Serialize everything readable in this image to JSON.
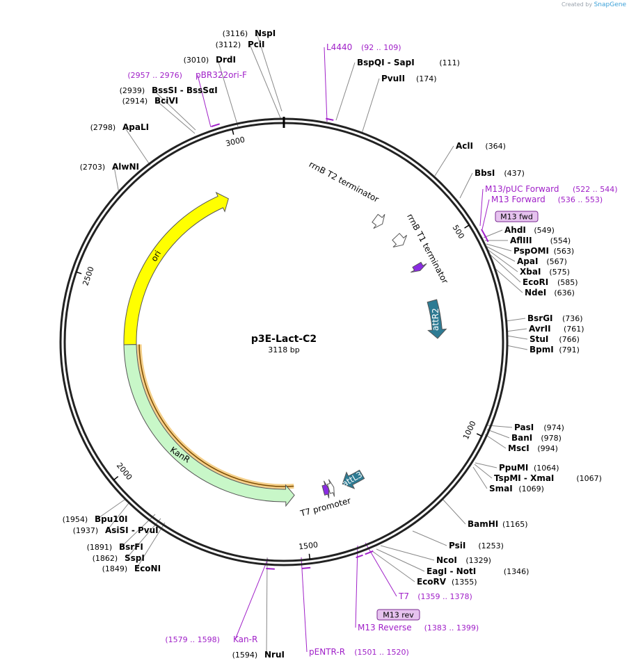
{
  "credit": {
    "prefix": "Created by",
    "brand": "SnapGene"
  },
  "plasmid": {
    "name": "p3E-Lact-C2",
    "length_label": "3118 bp",
    "length": 3118
  },
  "colors": {
    "backbone": "#222222",
    "primer": "#a020c8",
    "ori": "#ffff00",
    "kanr": "#c8f7c8",
    "attr2": "#2e7b93",
    "attl3": "#2e7b93",
    "terminator": "#ffffff",
    "t7prom": "#ffffff",
    "kanr_primer_glow": "#f5d08a",
    "m13_fwd_feat": "#8a2be2"
  },
  "ticks": [
    {
      "pos": 500,
      "label": "500"
    },
    {
      "pos": 1000,
      "label": "1000"
    },
    {
      "pos": 1500,
      "label": "1500"
    },
    {
      "pos": 2000,
      "label": "2000"
    },
    {
      "pos": 2500,
      "label": "2500"
    },
    {
      "pos": 3000,
      "label": "3000"
    }
  ],
  "features": [
    {
      "id": "ori",
      "label": "ori",
      "start": 2330,
      "end": 2935,
      "dir": 1,
      "color": "#ffff00",
      "track": "inner"
    },
    {
      "id": "kanr",
      "label": "KanR",
      "start": 1525,
      "end": 2330,
      "dir": -1,
      "color": "#c8f7c8",
      "track": "inner"
    },
    {
      "id": "attr2",
      "label": "attR2",
      "start": 645,
      "end": 768,
      "dir": 1,
      "color": "#2e7b93",
      "track": "inner"
    },
    {
      "id": "attl3",
      "label": "attL3",
      "start": 1295,
      "end": 1365,
      "dir": 1,
      "color": "#2e7b93",
      "track": "inner"
    },
    {
      "id": "rrnbt2",
      "label": "rrnB T2 terminator",
      "start": 315,
      "end": 345,
      "dir": 1,
      "color": "#ffffff",
      "track": "inner"
    },
    {
      "id": "rrnbt1",
      "label": "rrnB T1 terminator",
      "start": 405,
      "end": 440,
      "dir": 1,
      "color": "#ffffff",
      "track": "inner"
    },
    {
      "id": "m13fwdfeat",
      "label": "",
      "start": 518,
      "end": 540,
      "dir": 1,
      "color": "#8a2be2",
      "track": "inner"
    },
    {
      "id": "t7prom",
      "label": "T7 promoter",
      "start": 1395,
      "end": 1412,
      "dir": -1,
      "color": "#ffffff",
      "track": "inner"
    },
    {
      "id": "t7feat",
      "label": "",
      "start": 1412,
      "end": 1430,
      "dir": -1,
      "color": "#8a2be2",
      "track": "inner"
    }
  ],
  "primer_arcs": [
    {
      "label": "L4440",
      "start": 92,
      "end": 109
    },
    {
      "label": "M13/pUC Forward",
      "start": 522,
      "end": 544
    },
    {
      "label": "M13 Forward",
      "start": 536,
      "end": 553
    },
    {
      "label": "T7",
      "start": 1359,
      "end": 1378
    },
    {
      "label": "M13 Reverse",
      "start": 1383,
      "end": 1399
    },
    {
      "label": "pENTR-R",
      "start": 1501,
      "end": 1520
    },
    {
      "label": "Kan-R",
      "start": 1579,
      "end": 1598
    },
    {
      "label": "pBR322ori-F",
      "start": 2957,
      "end": 2976
    }
  ],
  "labels": [
    {
      "id": "nspI",
      "pos": 3116,
      "name": "NspI",
      "loc": "(3116)",
      "side": "left",
      "kind": "site"
    },
    {
      "id": "pcII",
      "pos": 3112,
      "name": "PciI",
      "loc": "(3112)",
      "side": "left",
      "kind": "site"
    },
    {
      "id": "drdI",
      "pos": 3010,
      "name": "DrdI",
      "loc": "(3010)",
      "side": "left",
      "kind": "site"
    },
    {
      "id": "pbr322",
      "pos": 2966,
      "name": "pBR322ori-F",
      "loc": "(2957 .. 2976)",
      "side": "left",
      "kind": "primer"
    },
    {
      "id": "bsssi",
      "pos": 2939,
      "name": "BssSI  -  BssSαI",
      "loc": "(2939)",
      "side": "left",
      "kind": "site"
    },
    {
      "id": "bcivi",
      "pos": 2914,
      "name": "BciVI",
      "loc": "(2914)",
      "side": "left",
      "kind": "site"
    },
    {
      "id": "apali",
      "pos": 2798,
      "name": "ApaLI",
      "loc": "(2798)",
      "side": "left",
      "kind": "site"
    },
    {
      "id": "alwni",
      "pos": 2703,
      "name": "AlwNI",
      "loc": "(2703)",
      "side": "left",
      "kind": "site"
    },
    {
      "id": "l4440",
      "pos": 100,
      "name": "L4440",
      "loc": "(92 .. 109)",
      "side": "right",
      "kind": "primer"
    },
    {
      "id": "bspqi",
      "pos": 111,
      "name": "BspQI  -  SapI",
      "loc": "(111)",
      "side": "right",
      "kind": "site"
    },
    {
      "id": "pvuii",
      "pos": 174,
      "name": "PvuII",
      "loc": "(174)",
      "side": "right",
      "kind": "site"
    },
    {
      "id": "acli",
      "pos": 364,
      "name": "AclI",
      "loc": "(364)",
      "side": "right",
      "kind": "site"
    },
    {
      "id": "bbsi",
      "pos": 437,
      "name": "BbsI",
      "loc": "(437)",
      "side": "right",
      "kind": "site"
    },
    {
      "id": "m13puc",
      "pos": 533,
      "name": "M13/pUC Forward",
      "loc": "(522 .. 544)",
      "side": "right",
      "kind": "primer"
    },
    {
      "id": "m13fwd",
      "pos": 544,
      "name": "M13 Forward",
      "loc": "(536 .. 553)",
      "side": "right",
      "kind": "primer"
    },
    {
      "id": "ahdi",
      "pos": 549,
      "name": "AhdI",
      "loc": "(549)",
      "side": "right",
      "kind": "site"
    },
    {
      "id": "aflIII",
      "pos": 554,
      "name": "AflIII",
      "loc": "(554)",
      "side": "right",
      "kind": "site"
    },
    {
      "id": "pspomi",
      "pos": 563,
      "name": "PspOMI",
      "loc": "(563)",
      "side": "right",
      "kind": "site"
    },
    {
      "id": "apai",
      "pos": 567,
      "name": "ApaI",
      "loc": "(567)",
      "side": "right",
      "kind": "site"
    },
    {
      "id": "xbai1",
      "pos": 575,
      "name": "XbaI",
      "loc": "(575)",
      "side": "right",
      "kind": "site"
    },
    {
      "id": "ecori",
      "pos": 585,
      "name": "EcoRI",
      "loc": "(585)",
      "side": "right",
      "kind": "site"
    },
    {
      "id": "ndei",
      "pos": 636,
      "name": "NdeI",
      "loc": "(636)",
      "side": "right",
      "kind": "site"
    },
    {
      "id": "bsrgi",
      "pos": 736,
      "name": "BsrGI",
      "loc": "(736)",
      "side": "right",
      "kind": "site"
    },
    {
      "id": "avrii",
      "pos": 761,
      "name": "AvrII",
      "loc": "(761)",
      "side": "right",
      "kind": "site"
    },
    {
      "id": "stui",
      "pos": 766,
      "name": "StuI",
      "loc": "(766)",
      "side": "right",
      "kind": "site"
    },
    {
      "id": "bpmi",
      "pos": 791,
      "name": "BpmI",
      "loc": "(791)",
      "side": "right",
      "kind": "site"
    },
    {
      "id": "pasi",
      "pos": 974,
      "name": "PasI",
      "loc": "(974)",
      "side": "right",
      "kind": "site"
    },
    {
      "id": "bani",
      "pos": 978,
      "name": "BanI",
      "loc": "(978)",
      "side": "right",
      "kind": "site"
    },
    {
      "id": "msci",
      "pos": 994,
      "name": "MscI",
      "loc": "(994)",
      "side": "right",
      "kind": "site"
    },
    {
      "id": "ppumi",
      "pos": 1064,
      "name": "PpuMI",
      "loc": "(1064)",
      "side": "right",
      "kind": "site"
    },
    {
      "id": "tspmi",
      "pos": 1067,
      "name": "TspMI  -  XmaI",
      "loc": "(1067)",
      "side": "right",
      "kind": "site"
    },
    {
      "id": "smai",
      "pos": 1069,
      "name": "SmaI",
      "loc": "(1069)",
      "side": "right",
      "kind": "site"
    },
    {
      "id": "bamhi",
      "pos": 1165,
      "name": "BamHI",
      "loc": "(1165)",
      "side": "right",
      "kind": "site"
    },
    {
      "id": "psii",
      "pos": 1253,
      "name": "PsiI",
      "loc": "(1253)",
      "side": "right",
      "kind": "site"
    },
    {
      "id": "ncoi",
      "pos": 1329,
      "name": "NcoI",
      "loc": "(1329)",
      "side": "right",
      "kind": "site"
    },
    {
      "id": "eagi",
      "pos": 1346,
      "name": "EagI  -  NotI",
      "loc": "(1346)",
      "side": "right",
      "kind": "site"
    },
    {
      "id": "ecorv",
      "pos": 1355,
      "name": "EcoRV",
      "loc": "(1355)",
      "side": "right",
      "kind": "site"
    },
    {
      "id": "t7",
      "pos": 1368,
      "name": "T7",
      "loc": "(1359 .. 1378)",
      "side": "right",
      "kind": "primer"
    },
    {
      "id": "m13rev",
      "pos": 1391,
      "name": "M13 Reverse",
      "loc": "(1383 .. 1399)",
      "side": "right",
      "kind": "primer"
    },
    {
      "id": "penter",
      "pos": 1510,
      "name": "pENTR-R",
      "loc": "(1501 .. 1520)",
      "side": "right",
      "kind": "primer"
    },
    {
      "id": "nrui",
      "pos": 1594,
      "name": "NruI",
      "loc": "(1594)",
      "side": "left",
      "kind": "site"
    },
    {
      "id": "kanrprimer",
      "pos": 1588,
      "name": "Kan-R",
      "loc": "(1579 .. 1598)",
      "side": "left",
      "kind": "primer"
    },
    {
      "id": "econi",
      "pos": 1849,
      "name": "EcoNI",
      "loc": "(1849)",
      "side": "left",
      "kind": "site"
    },
    {
      "id": "sspi",
      "pos": 1862,
      "name": "SspI",
      "loc": "(1862)",
      "side": "left",
      "kind": "site"
    },
    {
      "id": "bsrfi",
      "pos": 1891,
      "name": "BsrFI",
      "loc": "(1891)",
      "side": "left",
      "kind": "site"
    },
    {
      "id": "asisi",
      "pos": 1937,
      "name": "AsiSI  -  PvuI",
      "loc": "(1937)",
      "side": "left",
      "kind": "site"
    },
    {
      "id": "bpu10i",
      "pos": 1954,
      "name": "Bpu10I",
      "loc": "(1954)",
      "side": "left",
      "kind": "site"
    }
  ],
  "badges": [
    {
      "id": "m13fwd-badge",
      "label": "M13 fwd"
    },
    {
      "id": "m13rev-badge",
      "label": "M13 rev"
    }
  ]
}
